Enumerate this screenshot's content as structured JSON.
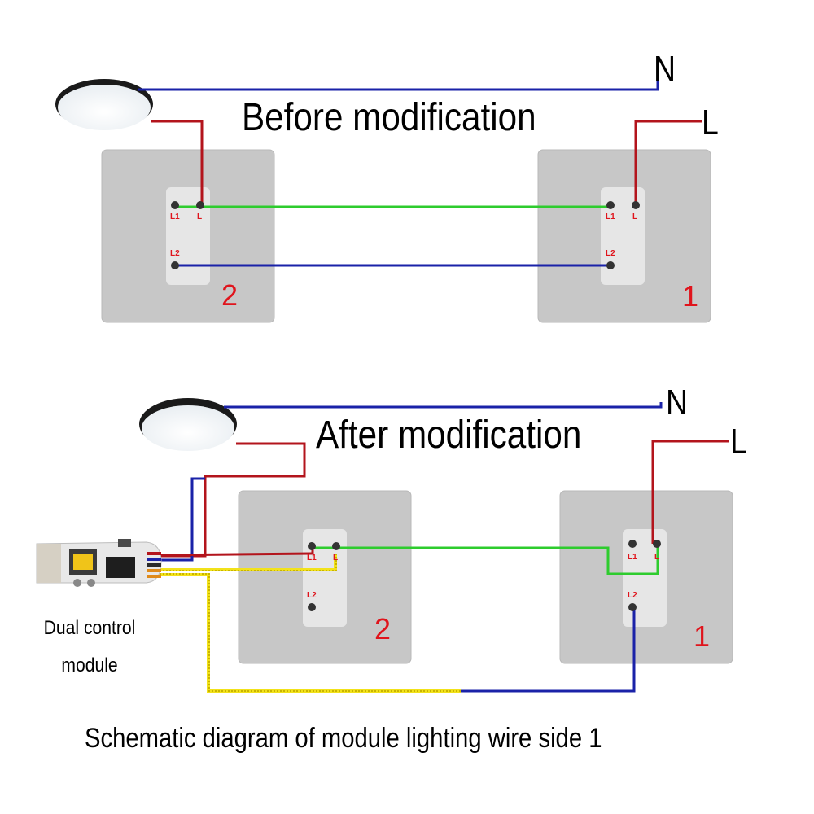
{
  "top": {
    "title": "Before modification",
    "neutral_label": "N",
    "live_label": "L",
    "switch_left_number": "2",
    "switch_right_number": "1"
  },
  "bottom": {
    "title": "After modification",
    "neutral_label": "N",
    "live_label": "L",
    "switch_left_number": "2",
    "switch_right_number": "1",
    "module_label_line1": "Dual control",
    "module_label_line2": "module"
  },
  "terminals": {
    "l1": "L1",
    "l": "L",
    "l2": "L2"
  },
  "caption": "Schematic diagram of module lighting wire side 1",
  "colors": {
    "neutral_wire": "#1a22a8",
    "live_wire": "#b3141c",
    "traveler_green": "#2ecc2e",
    "module_yellow": "#f2e21a",
    "plate": "#c7c7c7",
    "switch_face": "#e6e6e6",
    "label_red": "#e0141c"
  }
}
